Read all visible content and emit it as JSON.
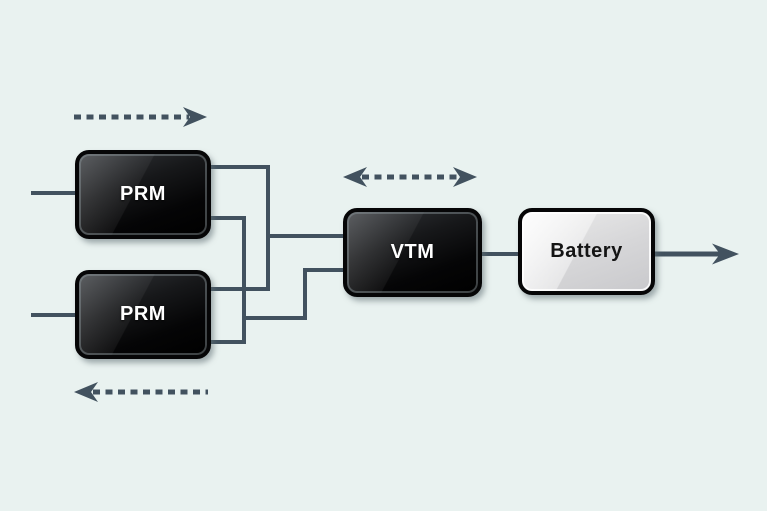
{
  "diagram": {
    "blocks": {
      "prm1": {
        "label": "PRM"
      },
      "prm2": {
        "label": "PRM"
      },
      "vtm": {
        "label": "VTM"
      },
      "battery": {
        "label": "Battery"
      }
    },
    "icons": {
      "top_arrow": "dashed-right-flow-arrow",
      "middle_arrow": "dashed-bidirectional-flow-arrow",
      "bottom_arrow": "dashed-left-flow-arrow",
      "output_arrow": "solid-right-output-arrow"
    },
    "colors": {
      "background": "#e9f2f0",
      "wire": "#42525f",
      "block_dark_fill": "#000000",
      "block_light_fill": "#d7d8d9",
      "label_on_dark": "#ffffff",
      "label_on_light": "#141414"
    }
  }
}
